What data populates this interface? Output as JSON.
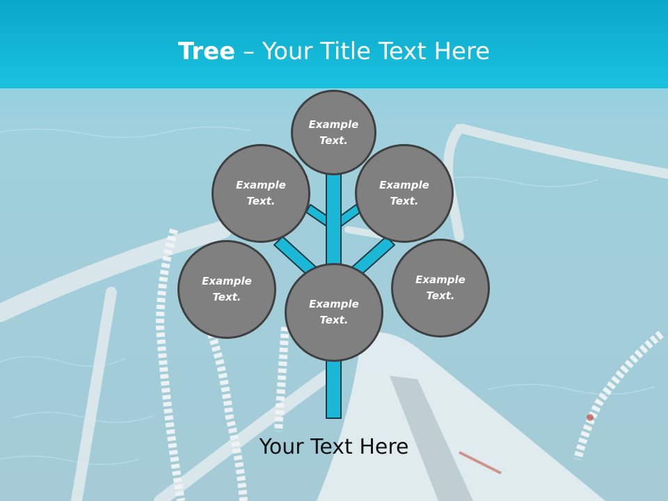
{
  "slide": {
    "title_bold": "Tree",
    "title_dash": " – ",
    "title_rest": "Your Title Text Here",
    "caption": "Your Text Here",
    "colors": {
      "title_bar_top": "#0aa7c9",
      "title_bar_bottom": "#1bc2df",
      "trunk": "#1bb8d8",
      "trunk_outline": "#1b3a44",
      "node_fill": "#808080",
      "node_border": "#3f3f3f"
    }
  },
  "diagram": {
    "nodes": [
      {
        "id": "top",
        "label": "Example Text."
      },
      {
        "id": "upper-left",
        "label": "Example Text."
      },
      {
        "id": "upper-right",
        "label": "Example Text."
      },
      {
        "id": "lower-left",
        "label": "Example Text."
      },
      {
        "id": "lower-right",
        "label": "Example Text."
      },
      {
        "id": "center",
        "label": "Example Text."
      }
    ]
  }
}
